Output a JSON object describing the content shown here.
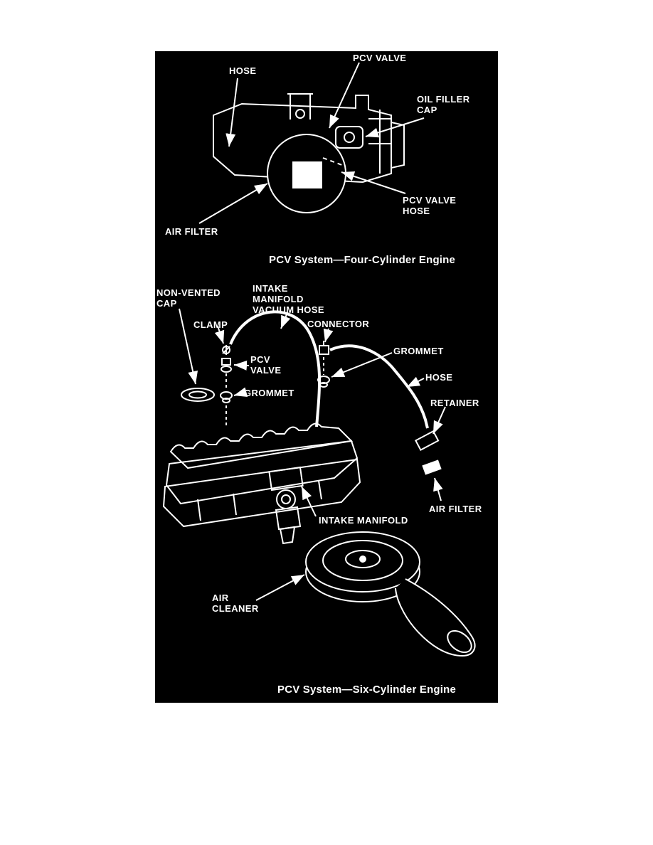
{
  "colors": {
    "page_background": "#ffffff",
    "panel_background": "#000000",
    "ink": "#ffffff"
  },
  "four_cylinder": {
    "caption": "PCV System—Four-Cylinder Engine",
    "labels": {
      "pcv_valve": "PCV VALVE",
      "hose": "HOSE",
      "oil_filler_cap": "OIL FILLER\nCAP",
      "pcv_valve_hose": "PCV VALVE\nHOSE",
      "air_filter": "AIR FILTER"
    }
  },
  "six_cylinder": {
    "caption": "PCV System—Six-Cylinder Engine",
    "labels": {
      "non_vented_cap": "NON-VENTED\nCAP",
      "intake_manifold_vacuum_hose": "INTAKE\nMANIFOLD\nVACUUM HOSE",
      "clamp": "CLAMP",
      "connector": "CONNECTOR",
      "pcv_valve": "PCV\nVALVE",
      "grommet_upper": "GROMMET",
      "grommet_lower": "GROMMET",
      "hose": "HOSE",
      "retainer": "RETAINER",
      "air_filter": "AIR FILTER",
      "intake_manifold": "INTAKE MANIFOLD",
      "air_cleaner": "AIR\nCLEANER"
    }
  }
}
